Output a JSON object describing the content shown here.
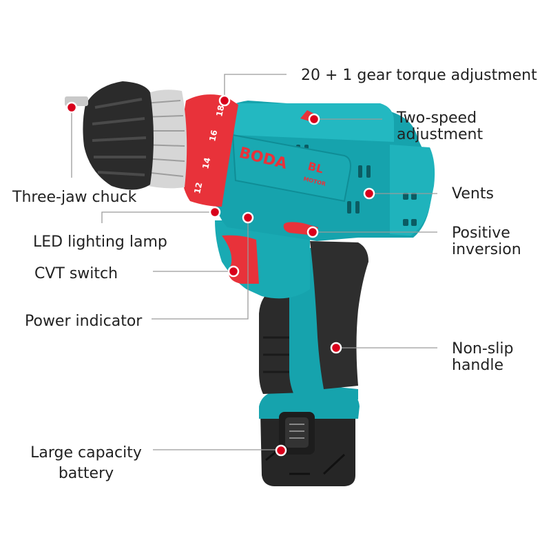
{
  "product": {
    "brand": "BODA",
    "motor_badge": "BL",
    "motor_sub": "MOTOR",
    "torque_scale": [
      "12",
      "14",
      "16",
      "18"
    ]
  },
  "colors": {
    "teal": "#16a3ad",
    "teal_light": "#2fc4cc",
    "teal_dark": "#0d7d86",
    "red": "#e8323a",
    "dot_red": "#d9001b",
    "black": "#2b2b2b",
    "silver": "#d6d6d6",
    "leader_line": "#9a9a9a"
  },
  "callouts": [
    {
      "id": "torque",
      "label": "20 + 1 gear torque adjustment"
    },
    {
      "id": "two-speed",
      "line1": "Two-speed",
      "line2": "adjustment"
    },
    {
      "id": "chuck",
      "label": "Three-jaw chuck"
    },
    {
      "id": "vents",
      "label": "Vents"
    },
    {
      "id": "led",
      "label": "LED lighting lamp"
    },
    {
      "id": "inversion",
      "line1": "Positive",
      "line2": "inversion"
    },
    {
      "id": "cvt",
      "label": "CVT switch"
    },
    {
      "id": "power",
      "label": "Power indicator"
    },
    {
      "id": "handle",
      "line1": "Non-slip",
      "line2": "handle"
    },
    {
      "id": "battery",
      "line1": "Large capacity",
      "line2": "battery"
    }
  ]
}
